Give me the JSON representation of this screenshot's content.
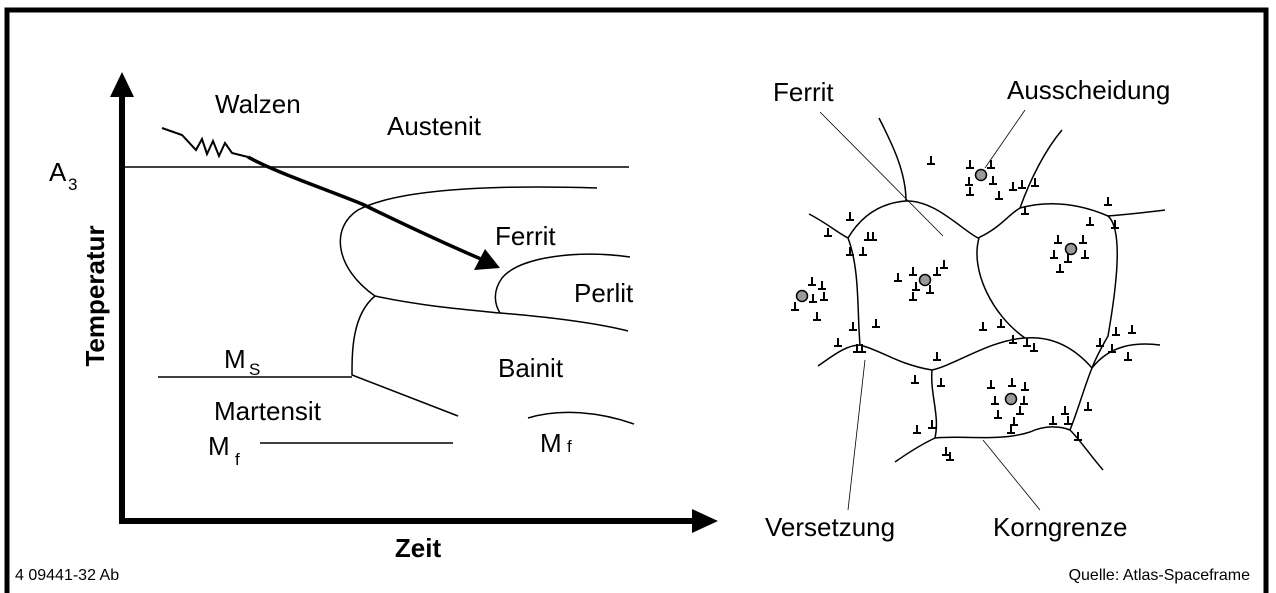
{
  "ttt_diagram": {
    "y_axis_label": "Temperatur",
    "x_axis_label": "Zeit",
    "a3_label": "A",
    "a3_subscript": "3",
    "regions": {
      "walzen": "Walzen",
      "austenit": "Austenit",
      "ferrit": "Ferrit",
      "perlit": "Perlit",
      "bainit": "Bainit",
      "martensit": "Martensit",
      "ms_main": "M",
      "ms_sub": "S",
      "mf_main": "M",
      "mf_sub": "f",
      "mf2_main": "M",
      "mf2_sub": "f"
    }
  },
  "microstructure": {
    "ferrit": "Ferrit",
    "ausscheidung": "Ausscheidung",
    "versetzung": "Versetzung",
    "korngrenze": "Korngrenze"
  },
  "footer": {
    "code": "4 09441-32 Ab",
    "source": "Quelle: Atlas-Spaceframe"
  },
  "colors": {
    "line": "#000000",
    "precipitate_fill": "#9a9a9a",
    "background": "#ffffff"
  }
}
